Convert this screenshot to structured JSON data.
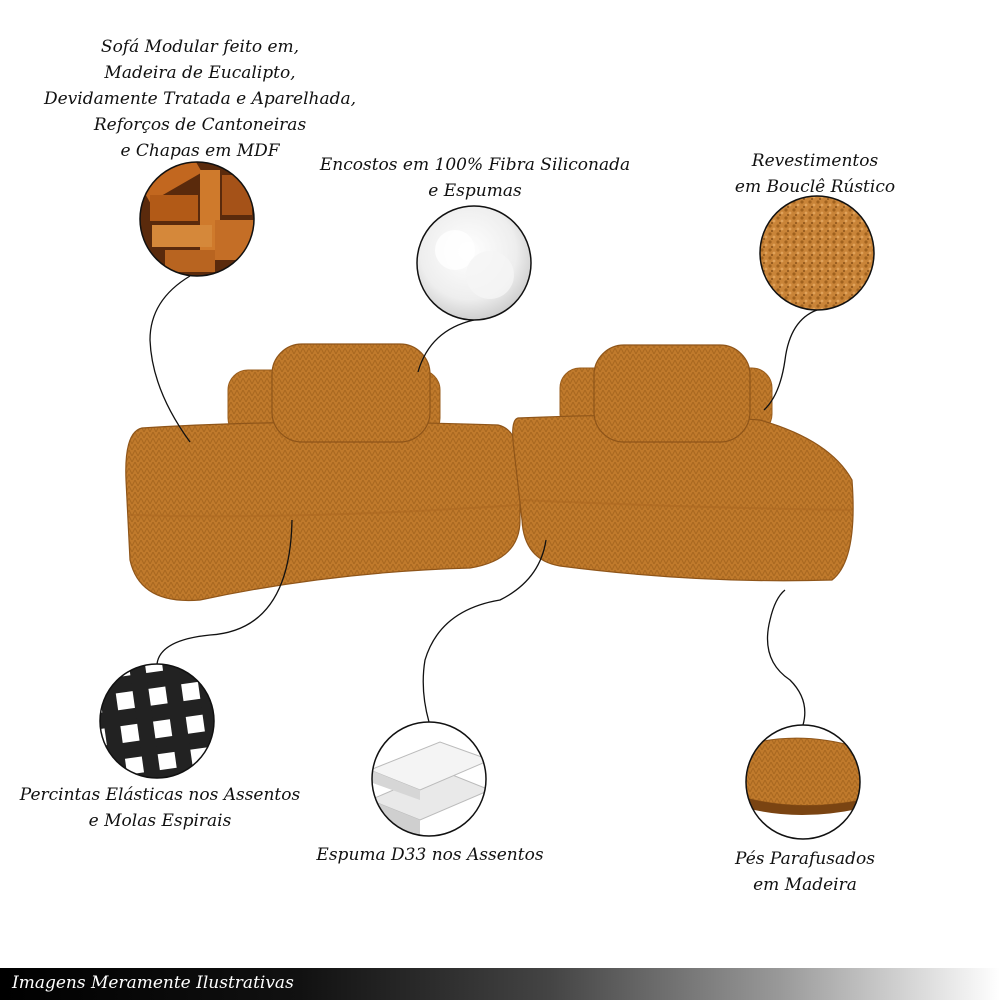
{
  "callouts": {
    "wood": {
      "lines": [
        "Sofá Modular feito em,",
        "Madeira de Eucalipto,",
        "Devidamente Tratada e Aparelhada,",
        "Reforços de Cantoneiras",
        "e Chapas em MDF"
      ]
    },
    "fiber": {
      "lines": [
        "Encostos em 100% Fibra Siliconada",
        "e Espumas"
      ]
    },
    "boucle": {
      "lines": [
        "Revestimentos",
        "em Bouclê Rústico"
      ]
    },
    "straps": {
      "lines": [
        "Percintas Elásticas nos Assentos",
        "e Molas Espirais"
      ]
    },
    "foam": {
      "lines": [
        "Espuma D33 nos Assentos"
      ]
    },
    "feet": {
      "lines": [
        "Pés Parafusados",
        "em Madeira"
      ]
    }
  },
  "footer": {
    "text": "Imagens Meramente Ilustrativas"
  },
  "colors": {
    "fabric": "#c07a2c",
    "fabric_dark": "#9a5d1c",
    "fabric_light": "#d39245"
  }
}
